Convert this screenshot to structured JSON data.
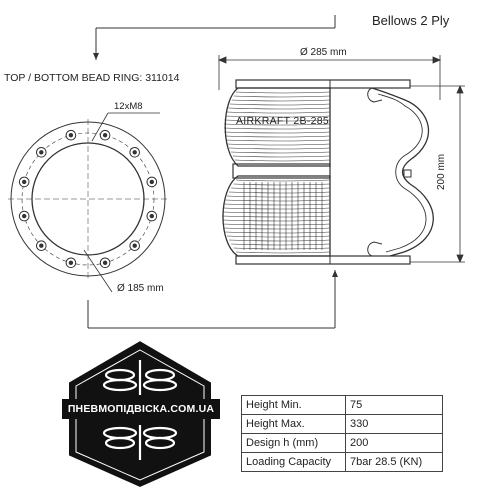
{
  "header": {
    "title": "Bellows 2 Ply"
  },
  "bead_ring": {
    "label": "TOP / BOTTOM BEAD RING: 311014",
    "bolts": "12xM8"
  },
  "dimensions": {
    "top_diameter": "Ø 285 mm",
    "bead_diameter": "Ø 185 mm",
    "height": "200 mm"
  },
  "product": {
    "model": "AIRKRAFT 2B-285"
  },
  "logo": {
    "text": "ПНЕВМОПІДВІСКА.COM.UA"
  },
  "specs": [
    {
      "label": "Height Min.",
      "value": "75"
    },
    {
      "label": "Height Max.",
      "value": "330"
    },
    {
      "label": "Design h (mm)",
      "value": "200"
    },
    {
      "label": "Loading Capacity",
      "value": "7bar   28.5 (KN)"
    }
  ],
  "colors": {
    "line": "#333333",
    "logo_fill": "#111111",
    "logo_border": "#ffffff"
  }
}
